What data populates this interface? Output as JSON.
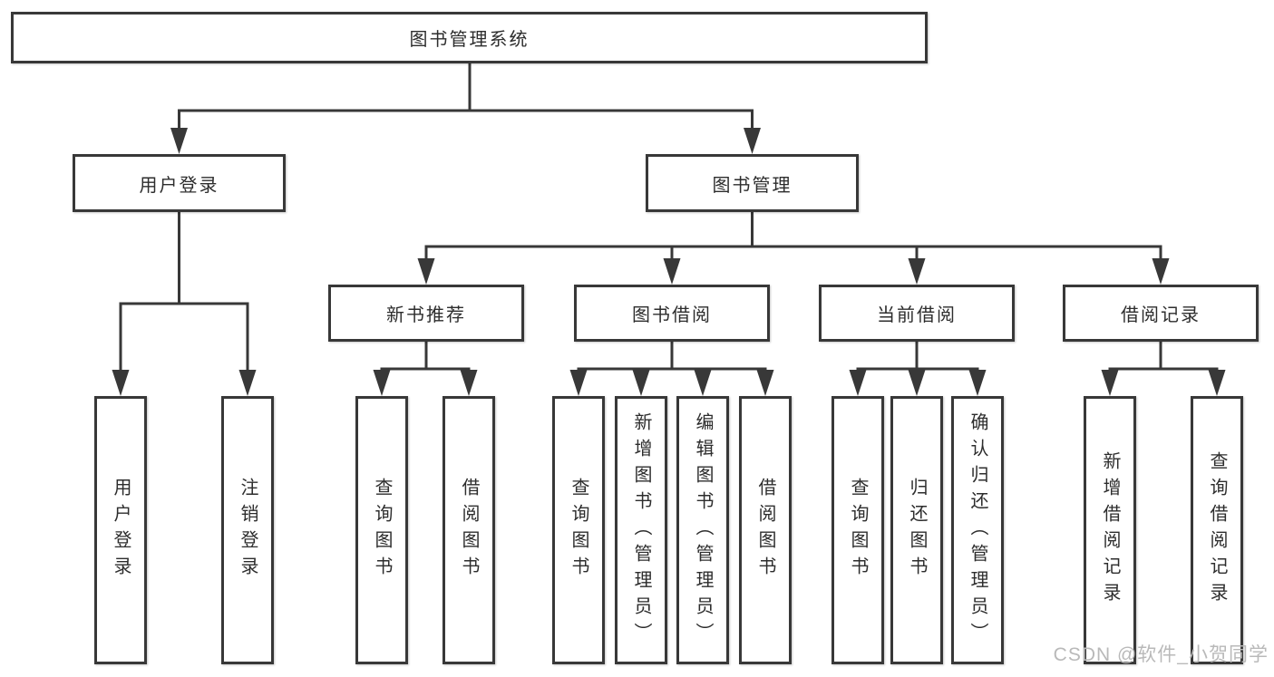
{
  "diagram": {
    "type": "hierarchy-tree",
    "colors": {
      "line": "#383838",
      "box_border": "#383838",
      "box_fill": "#ffffff",
      "text": "#2d2d2d",
      "watermark": "#b9b9b9",
      "background": "#ffffff"
    },
    "nodes": {
      "root": "图书管理系统",
      "user_login": "用户登录",
      "book_management": "图书管理",
      "new_book_recommend": "新书推荐",
      "book_borrowing": "图书借阅",
      "current_borrowing": "当前借阅",
      "borrowing_records": "借阅记录",
      "leaf_user_login": "用户登录",
      "leaf_logout": "注销登录",
      "leaf_rec_query": "查询图书",
      "leaf_rec_borrow": "借阅图书",
      "leaf_bb_query": "查询图书",
      "leaf_bb_add": "新增图书（管理员）",
      "leaf_bb_edit": "编辑图书（管理员）",
      "leaf_bb_borrow": "借阅图书",
      "leaf_cb_query": "查询图书",
      "leaf_cb_return": "归还图书",
      "leaf_cb_confirm": "确认归还（管理员）",
      "leaf_br_add": "新增借阅记录",
      "leaf_br_query": "查询借阅记录"
    },
    "edges": [
      [
        "root",
        "user_login"
      ],
      [
        "root",
        "book_management"
      ],
      [
        "user_login",
        "leaf_user_login"
      ],
      [
        "user_login",
        "leaf_logout"
      ],
      [
        "book_management",
        "new_book_recommend"
      ],
      [
        "book_management",
        "book_borrowing"
      ],
      [
        "book_management",
        "current_borrowing"
      ],
      [
        "book_management",
        "borrowing_records"
      ],
      [
        "new_book_recommend",
        "leaf_rec_query"
      ],
      [
        "new_book_recommend",
        "leaf_rec_borrow"
      ],
      [
        "book_borrowing",
        "leaf_bb_query"
      ],
      [
        "book_borrowing",
        "leaf_bb_add"
      ],
      [
        "book_borrowing",
        "leaf_bb_edit"
      ],
      [
        "book_borrowing",
        "leaf_bb_borrow"
      ],
      [
        "current_borrowing",
        "leaf_cb_query"
      ],
      [
        "current_borrowing",
        "leaf_cb_return"
      ],
      [
        "current_borrowing",
        "leaf_cb_confirm"
      ],
      [
        "borrowing_records",
        "leaf_br_add"
      ],
      [
        "borrowing_records",
        "leaf_br_query"
      ]
    ]
  },
  "watermark": {
    "text": "CSDN @软件_小贺同学"
  }
}
